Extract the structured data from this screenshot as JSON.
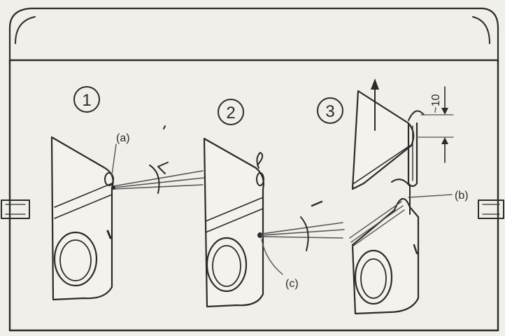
{
  "steps": [
    {
      "number": "1"
    },
    {
      "number": "2"
    },
    {
      "number": "3"
    }
  ],
  "callouts": {
    "a": "(a)",
    "b": "(b)",
    "c": "(c)"
  },
  "dimension": {
    "label": "~10"
  },
  "colors": {
    "ink": "#2b2b2b",
    "paper": "#f1efe9"
  }
}
